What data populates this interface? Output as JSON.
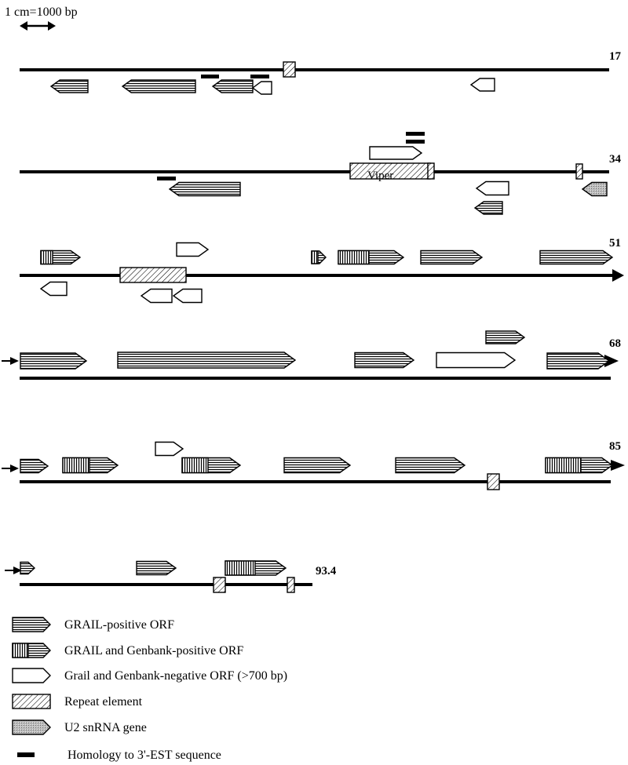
{
  "scale_bar": {
    "label": "1 cm=1000 bp"
  },
  "colors": {
    "ink": "#000000",
    "paper": "#ffffff",
    "u2_fill": "#bdbdbd"
  },
  "rows": [
    {
      "end_label": "17",
      "end_arrow": false,
      "start_arrow": false
    },
    {
      "end_label": "34",
      "end_arrow": false,
      "start_arrow": false,
      "repeat_label": "Viper"
    },
    {
      "end_label": "51",
      "end_arrow": true,
      "start_arrow": false
    },
    {
      "end_label": "68",
      "end_arrow": true,
      "start_arrow": true
    },
    {
      "end_label": "85",
      "end_arrow": true,
      "start_arrow": true
    },
    {
      "end_label": "93.4",
      "end_arrow": false,
      "start_arrow": true
    }
  ],
  "legend": [
    {
      "type": "grail",
      "label": "GRAIL-positive ORF"
    },
    {
      "type": "both",
      "label": "GRAIL and Genbank-positive ORF"
    },
    {
      "type": "neg",
      "label": "Grail and Genbank-negative ORF (>700 bp)"
    },
    {
      "type": "repeat",
      "label": "Repeat element"
    },
    {
      "type": "u2",
      "label": "U2 snRNA gene"
    },
    {
      "type": "est",
      "label": "Homology to 3'-EST sequence"
    }
  ]
}
